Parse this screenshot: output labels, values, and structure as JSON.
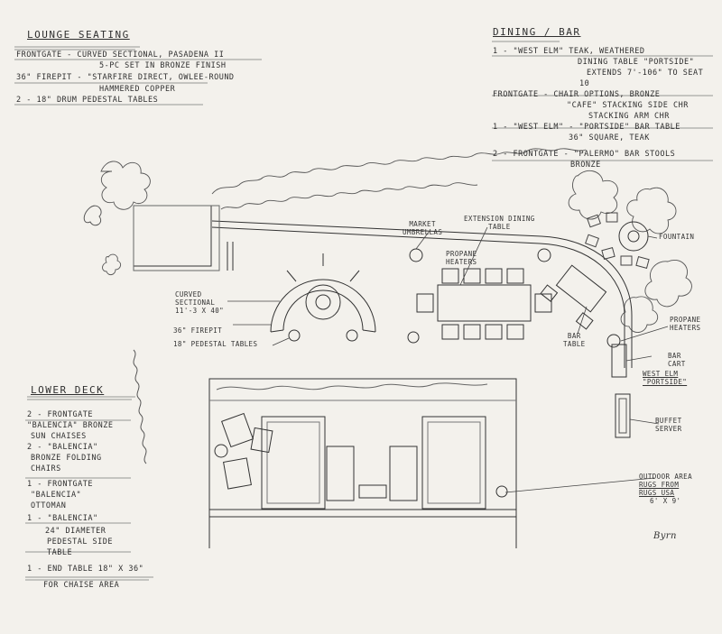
{
  "lounge": {
    "heading": "LOUNGE SEATING",
    "lines": [
      "FRONTGATE - CURVED SECTIONAL, PASADENA II",
      "5-PC SET IN BRONZE FINISH",
      "36\" FIREPIT - \"STARFIRE DIRECT, OWLEE-ROUND",
      "HAMMERED COPPER",
      "2 - 18\" DRUM PEDESTAL TABLES"
    ]
  },
  "dining": {
    "heading": "DINING / BAR",
    "lines": [
      "1 - \"WEST ELM\" TEAK, WEATHERED",
      "DINING TABLE \"PORTSIDE\"",
      "EXTENDS 7'-106\" TO SEAT",
      "10",
      "FRONTGATE - CHAIR OPTIONS, BRONZE",
      "\"CAFE\" STACKING SIDE CHR",
      "STACKING ARM CHR",
      "1 - \"WEST ELM\" - \"PORTSIDE\" BAR TABLE",
      "36\" SQUARE, TEAK",
      "2 - FRONTGATE - \"PALERMO\" BAR STOOLS",
      "BRONZE"
    ]
  },
  "lower_deck": {
    "heading": "LOWER DECK",
    "lines": [
      "2 - FRONTGATE",
      "\"BALENCIA\" BRONZE",
      "SUN CHAISES",
      "2 - \"BALENCIA\"",
      "BRONZE FOLDING",
      "CHAIRS",
      "1 - FRONTGATE",
      "\"BALENCIA\"",
      "OTTOMAN",
      "1 - \"BALENCIA\"",
      "24\" DIAMETER",
      "PEDESTAL SIDE",
      "TABLE",
      "1 - END TABLE 18\" x 36\"",
      "FOR CHAISE AREA"
    ]
  },
  "plan_labels": {
    "curved_sectional": [
      "CURVED",
      "SECTIONAL",
      "11'-3 x 40\""
    ],
    "firepit": "36\" FIREPIT",
    "pedestal_tables": "18\" PEDESTAL TABLES",
    "market_umbrellas": [
      "MARKET",
      "UMBRELLAS"
    ],
    "extension_dining": [
      "EXTENSION DINING",
      "TABLE"
    ],
    "propane_heaters_mid": [
      "PROPANE",
      "HEATERS"
    ],
    "bar_table": [
      "BAR",
      "TABLE"
    ],
    "propane_heaters_right": [
      "PROPANE",
      "HEATERS"
    ],
    "fountain": "FOUNTAIN",
    "bar_cart": [
      "BAR",
      "CART"
    ],
    "bar_cart_brand": [
      "WEST ELM",
      "\"PORTSIDE\""
    ],
    "buffet_server": [
      "BUFFET",
      "SERVER"
    ],
    "outdoor_area": [
      "OUTDOOR AREA",
      "RUGS FROM",
      "RUGS USA",
      "6' x 9'"
    ],
    "signature": "Byrn"
  }
}
